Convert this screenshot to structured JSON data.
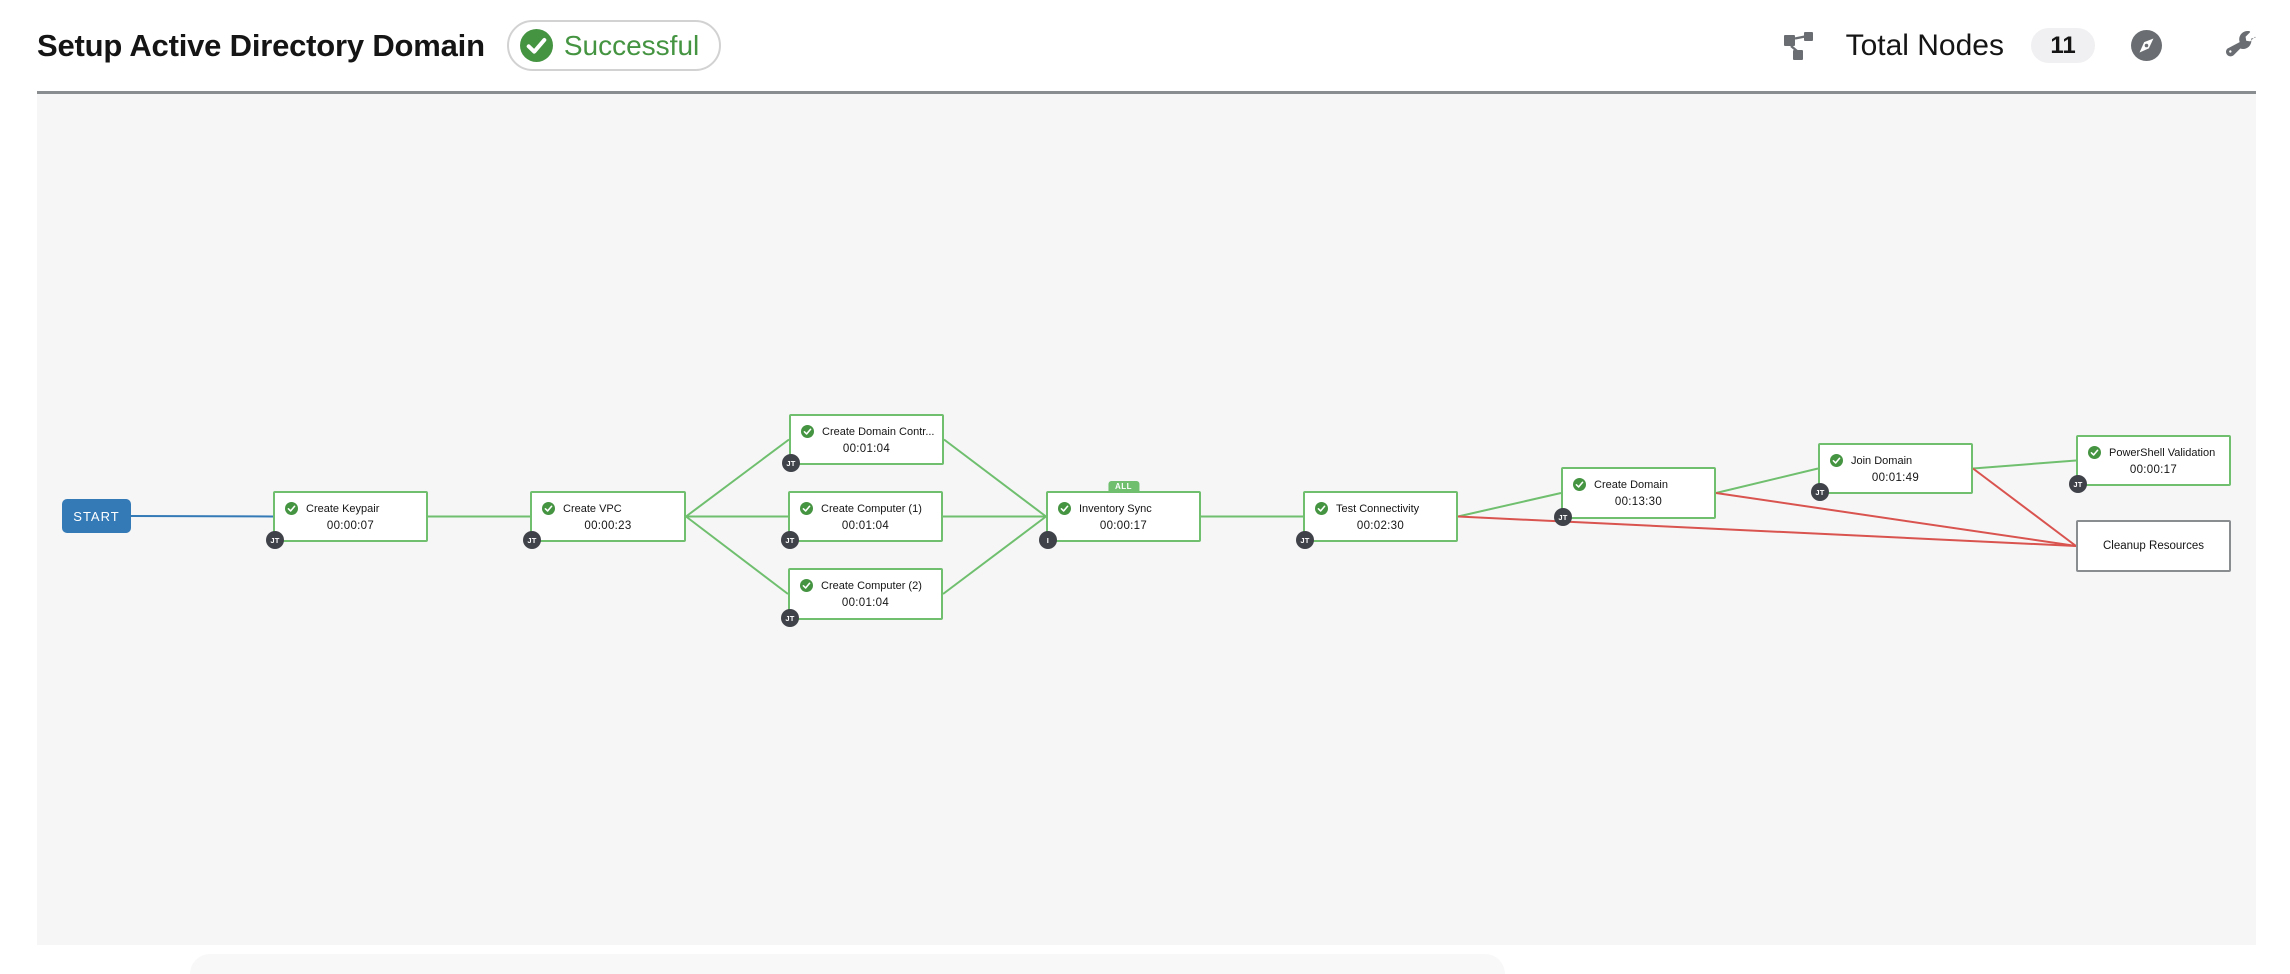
{
  "header": {
    "title": "Setup Active Directory Domain",
    "status": "Successful",
    "total_nodes_label": "Total Nodes",
    "total_nodes_count": "11"
  },
  "colors": {
    "success_green": "#6fbf6f",
    "check_green": "#459442",
    "failure_red": "#d9534f",
    "start_blue": "#337ab7",
    "type_badge_dark": "#3f4249",
    "never_ran_gray": "#8a8d90",
    "canvas_bg": "#f6f6f6"
  },
  "workflow": {
    "start_label": "START",
    "nodes": [
      {
        "id": "create_keypair",
        "label": "Create Keypair",
        "elapsed": "00:00:07",
        "status": "successful",
        "type_badge": "JT"
      },
      {
        "id": "create_vpc",
        "label": "Create VPC",
        "elapsed": "00:00:23",
        "status": "successful",
        "type_badge": "JT"
      },
      {
        "id": "create_dc",
        "label": "Create Domain Contr...",
        "elapsed": "00:01:04",
        "status": "successful",
        "type_badge": "JT"
      },
      {
        "id": "create_computer_1",
        "label": "Create Computer (1)",
        "elapsed": "00:01:04",
        "status": "successful",
        "type_badge": "JT"
      },
      {
        "id": "create_computer_2",
        "label": "Create Computer (2)",
        "elapsed": "00:01:04",
        "status": "successful",
        "type_badge": "JT"
      },
      {
        "id": "inventory_sync",
        "label": "Inventory Sync",
        "elapsed": "00:00:17",
        "status": "successful",
        "type_badge": "I",
        "all_badge": "ALL"
      },
      {
        "id": "test_connectivity",
        "label": "Test Connectivity",
        "elapsed": "00:02:30",
        "status": "successful",
        "type_badge": "JT"
      },
      {
        "id": "create_domain",
        "label": "Create Domain",
        "elapsed": "00:13:30",
        "status": "successful",
        "type_badge": "JT"
      },
      {
        "id": "join_domain",
        "label": "Join Domain",
        "elapsed": "00:01:49",
        "status": "successful",
        "type_badge": "JT"
      },
      {
        "id": "powershell_validation",
        "label": "PowerShell Validation",
        "elapsed": "00:00:17",
        "status": "successful",
        "type_badge": "JT"
      },
      {
        "id": "cleanup_resources",
        "label": "Cleanup Resources",
        "elapsed": "",
        "status": "never-ran",
        "type_badge": ""
      }
    ],
    "edges": [
      {
        "from": "start",
        "to": "create_keypair",
        "status": "start"
      },
      {
        "from": "create_keypair",
        "to": "create_vpc",
        "status": "success"
      },
      {
        "from": "create_vpc",
        "to": "create_dc",
        "status": "success"
      },
      {
        "from": "create_vpc",
        "to": "create_computer_1",
        "status": "success"
      },
      {
        "from": "create_vpc",
        "to": "create_computer_2",
        "status": "success"
      },
      {
        "from": "create_dc",
        "to": "inventory_sync",
        "status": "success"
      },
      {
        "from": "create_computer_1",
        "to": "inventory_sync",
        "status": "success"
      },
      {
        "from": "create_computer_2",
        "to": "inventory_sync",
        "status": "success"
      },
      {
        "from": "inventory_sync",
        "to": "test_connectivity",
        "status": "success"
      },
      {
        "from": "test_connectivity",
        "to": "create_domain",
        "status": "success"
      },
      {
        "from": "test_connectivity",
        "to": "cleanup_resources",
        "status": "failure"
      },
      {
        "from": "create_domain",
        "to": "join_domain",
        "status": "success"
      },
      {
        "from": "create_domain",
        "to": "cleanup_resources",
        "status": "failure"
      },
      {
        "from": "join_domain",
        "to": "powershell_validation",
        "status": "success"
      },
      {
        "from": "join_domain",
        "to": "cleanup_resources",
        "status": "failure"
      }
    ]
  }
}
